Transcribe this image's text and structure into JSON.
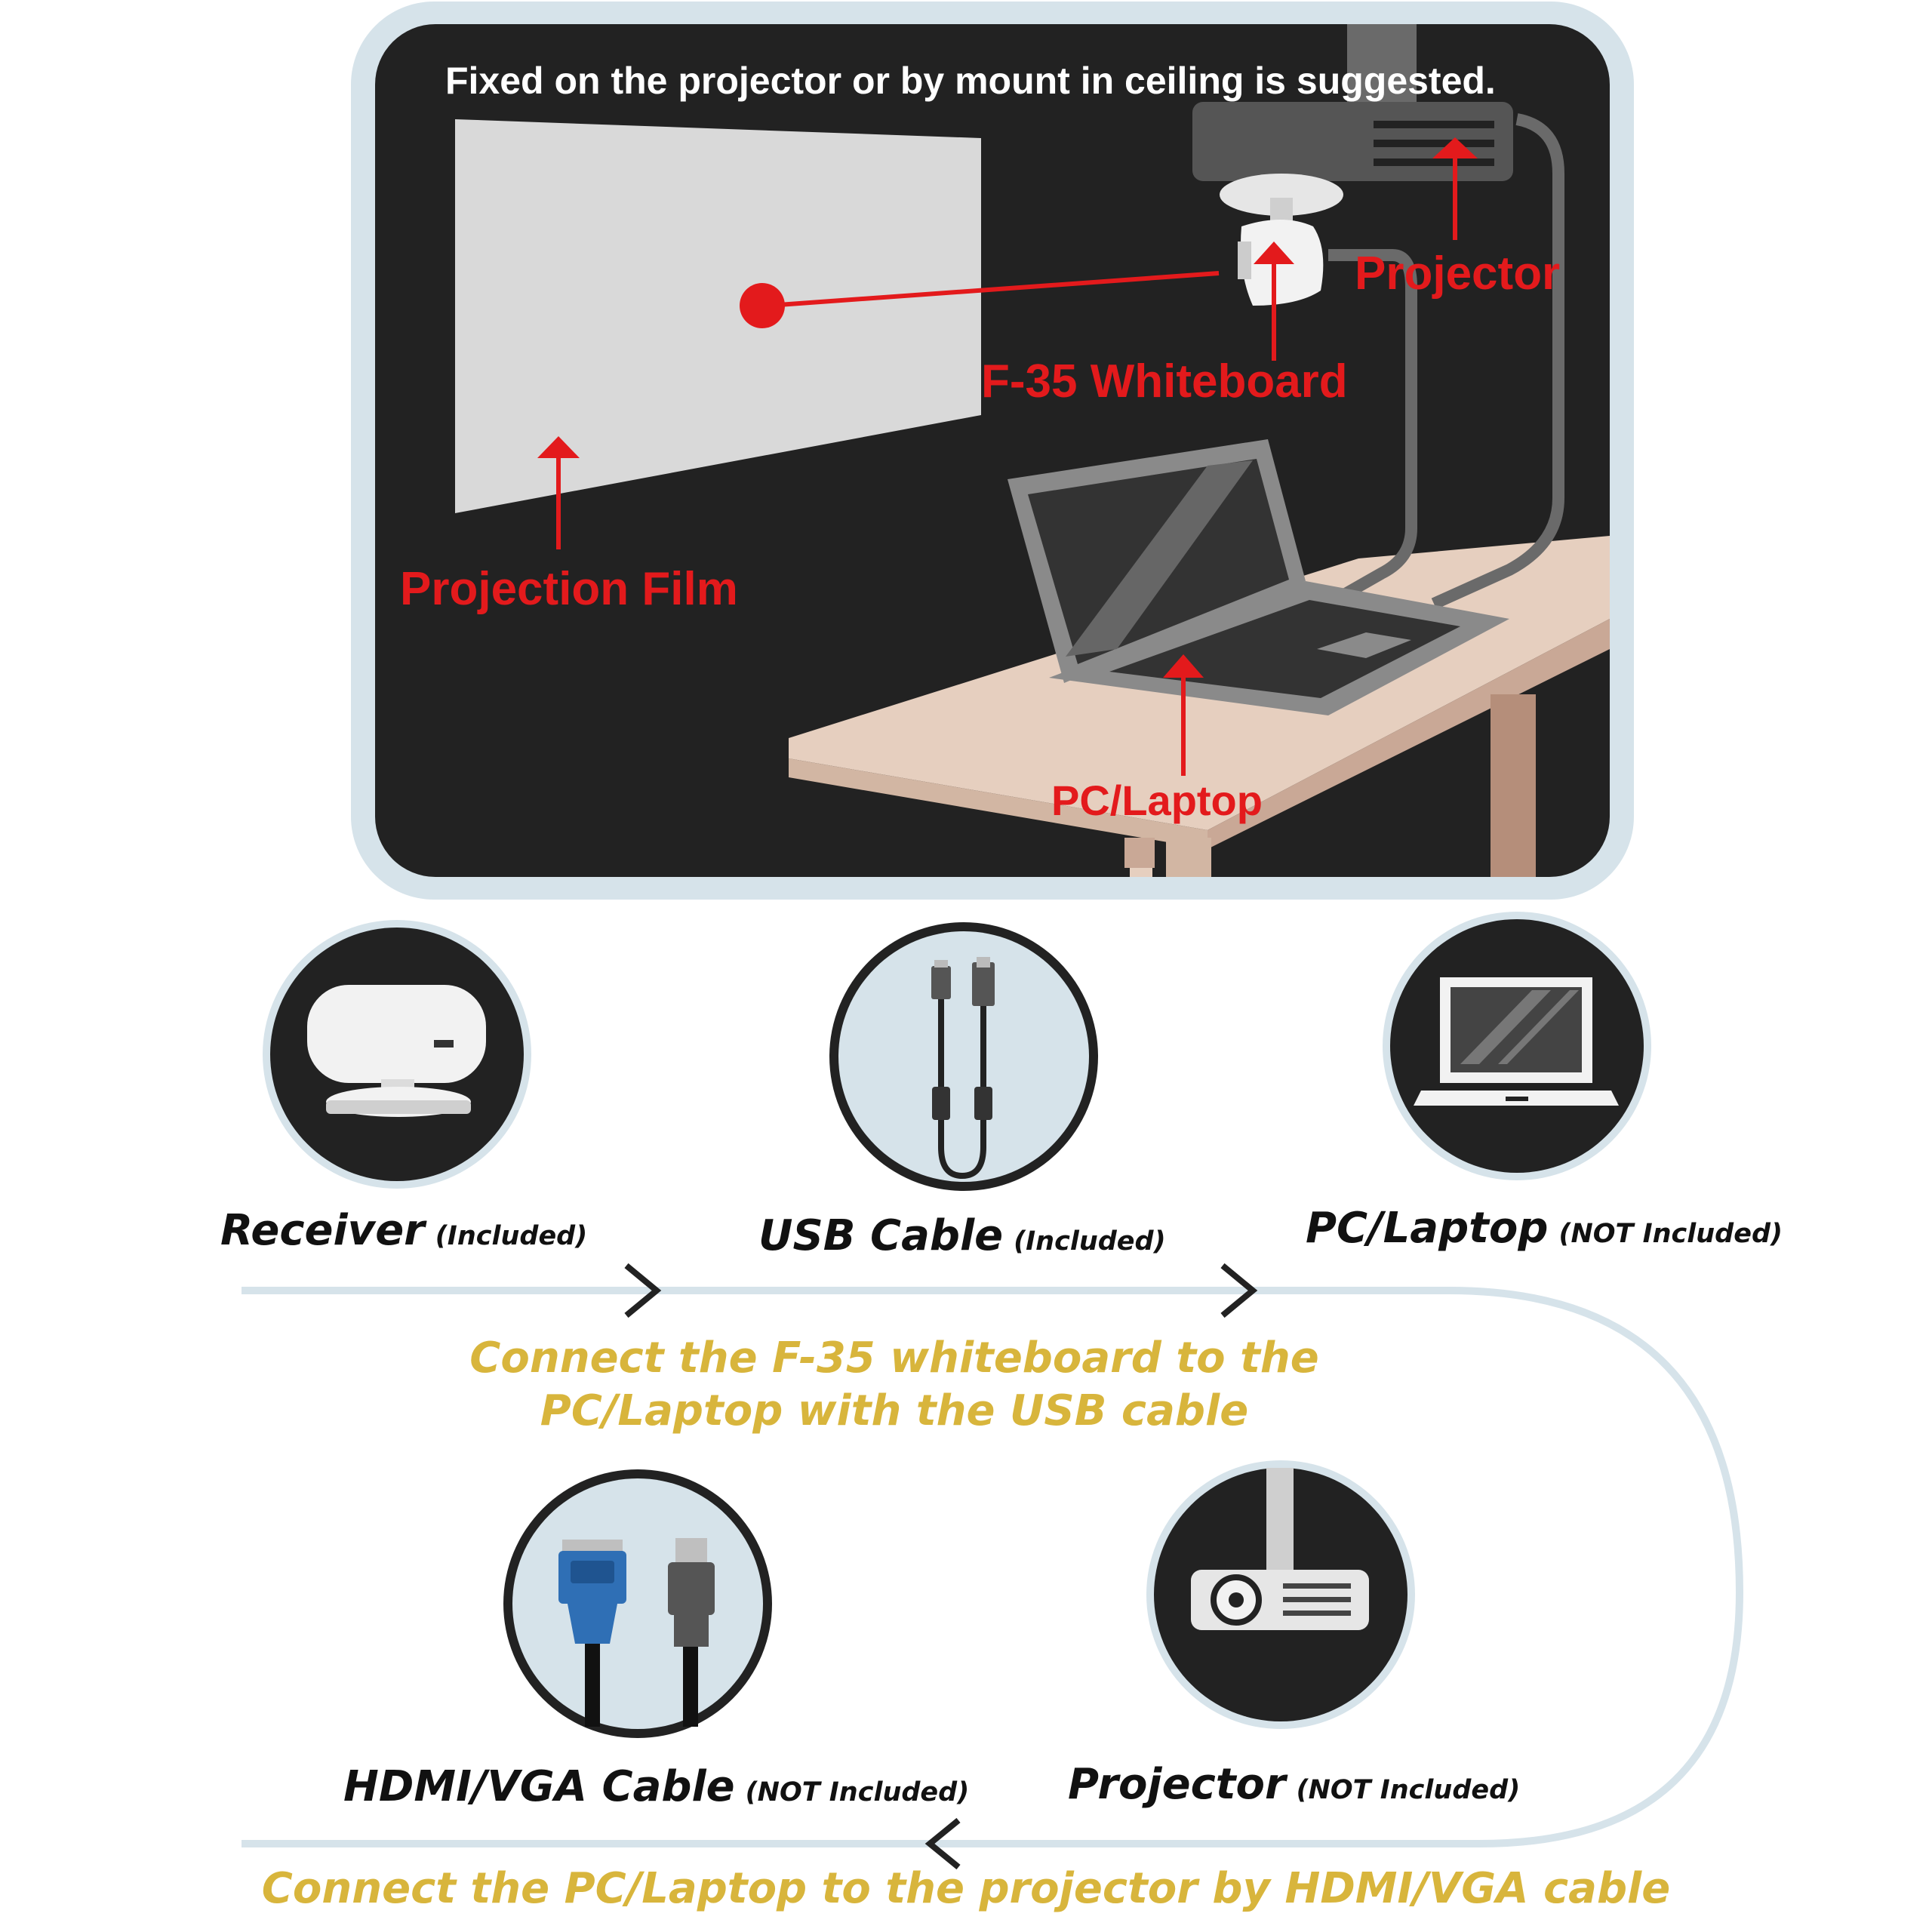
{
  "scene": {
    "title": "Fixed on the projector or by mount in ceiling is suggested.",
    "labels": {
      "projector": "Projector",
      "whiteboard": "F-35 Whiteboard",
      "film": "Projection Film",
      "laptop": "PC/Laptop"
    },
    "colors": {
      "background": "#222222",
      "frame": "#d6e3ea",
      "accent": "#e31a1c",
      "table": "#e6cfbf"
    }
  },
  "components": [
    {
      "name": "Receiver",
      "note": "(Included)",
      "icon": "receiver-icon"
    },
    {
      "name": "USB Cable",
      "note": "(Included)",
      "icon": "usb-cable-icon"
    },
    {
      "name": "PC/Laptop",
      "note": "(NOT Included)",
      "icon": "laptop-icon"
    },
    {
      "name": "HDMI/VGA Cable",
      "note": "(NOT Included)",
      "icon": "hdmi-vga-cable-icon"
    },
    {
      "name": "Projector",
      "note": "(NOT Included)",
      "icon": "projector-icon"
    }
  ],
  "steps": [
    "Connect the F-35 whiteboard to the PC/Laptop with the USB cable",
    "Connect the PC/Laptop to the projector by HDMI/VGA cable"
  ],
  "colors": {
    "step_text": "#d8b53c",
    "flow_line": "#d6e3ea",
    "item_text": "#111111"
  }
}
